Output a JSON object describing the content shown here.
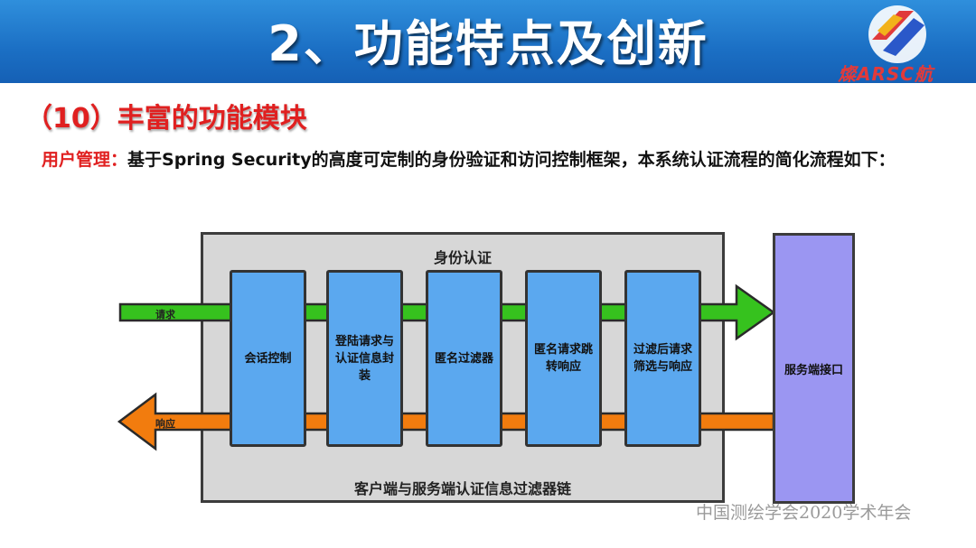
{
  "header": {
    "title": "2、功能特点及创新",
    "logo_text": "燦ARSC航"
  },
  "section": {
    "subtitle": "（10）丰富的功能模块"
  },
  "description": {
    "lead": "用户管理：",
    "text": "基于Spring Security的高度可定制的身份验证和访问控制框架，本系统认证流程的简化流程如下："
  },
  "diagram": {
    "outer_top_label": "身份认证",
    "outer_bottom_label": "客户端与服务端认证信息过滤器链",
    "request_label": "请求",
    "response_label": "响应",
    "server_label": "服务端接口",
    "filters": [
      {
        "label": "会话控制"
      },
      {
        "label": "登陆请求与认证信息封装"
      },
      {
        "label": "匿名过滤器"
      },
      {
        "label": "匿名请求跳转响应"
      },
      {
        "label": "过滤后请求筛选与响应"
      }
    ],
    "colors": {
      "request_arrow": "#36c21e",
      "response_arrow": "#f27c0e",
      "filter": "#5ba8ef",
      "server": "#9b96f2"
    }
  },
  "footer": {
    "note": "中国测绘学会2020学术年会"
  }
}
